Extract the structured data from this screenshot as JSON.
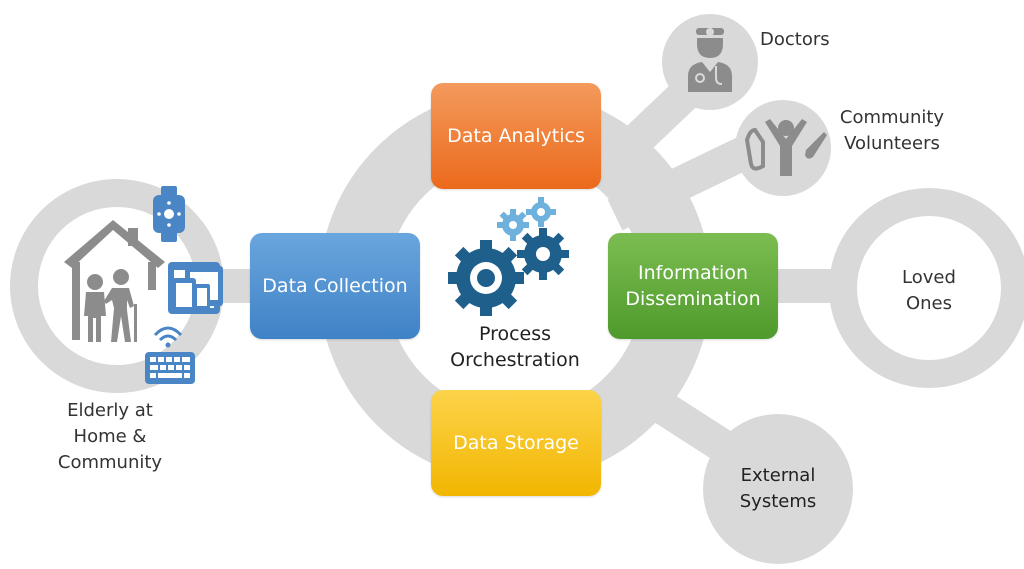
{
  "center": {
    "label_line1": "Process",
    "label_line2": "Orchestration"
  },
  "boxes": {
    "analytics": {
      "label": "Data Analytics",
      "color_top": "#f39a5c",
      "color_bottom": "#ec6a1c"
    },
    "collection": {
      "label": "Data Collection",
      "color_top": "#6aa6de",
      "color_bottom": "#3f82c6"
    },
    "dissemination": {
      "line1": "Information",
      "line2": "Dissemination",
      "color_top": "#7cbd52",
      "color_bottom": "#4f9a2c"
    },
    "storage": {
      "label": "Data Storage",
      "color_top": "#fcd34a",
      "color_bottom": "#f2b600"
    }
  },
  "nodes": {
    "elderly": {
      "line1": "Elderly at",
      "line2": "Home &",
      "line3": "Community"
    },
    "doctors": {
      "label": "Doctors"
    },
    "volunteers": {
      "line1": "Community",
      "line2": "Volunteers"
    },
    "loved_ones": {
      "line1": "Loved",
      "line2": "Ones"
    },
    "external": {
      "line1": "External",
      "line2": "Systems"
    }
  },
  "colors": {
    "ring_gray": "#d9d9d9",
    "icon_gray": "#8c8c8c",
    "device_blue": "#4a86c5",
    "gear_dark": "#1f5f8b",
    "gear_light": "#6fb1dd"
  },
  "icons": [
    "house-icon",
    "elderly-couple-icon",
    "smartwatch-icon",
    "tablet-phone-icon",
    "keyboard-icon",
    "gears-icon",
    "doctor-icon",
    "volunteer-icon"
  ]
}
